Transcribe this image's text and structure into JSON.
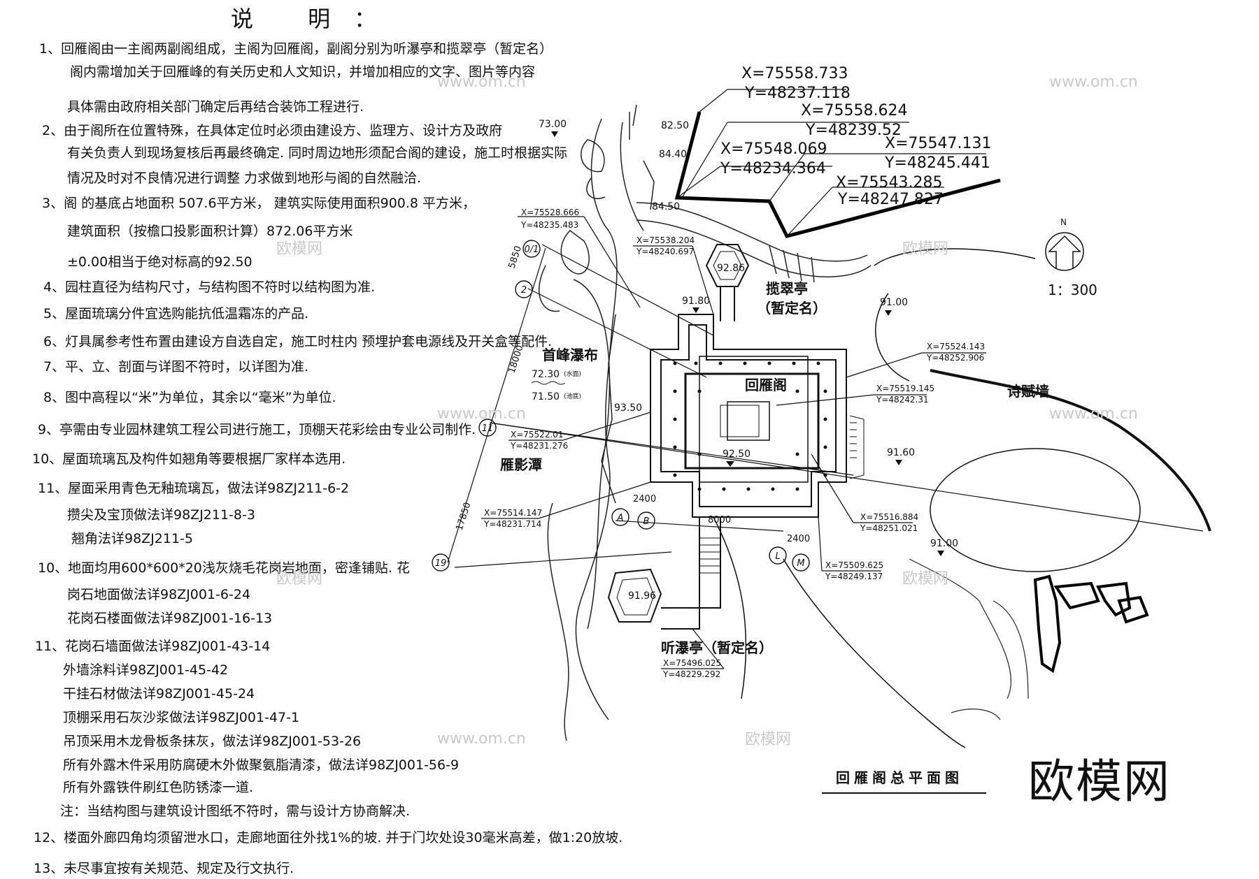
{
  "notes": {
    "title": "说 明：",
    "lines": [
      "1、回雁阁由一主阁两副阁组成，主阁为回雁阁，副阁分别为听瀑亭和揽翠亭（暂定名）",
      "阁内需增加关于回雁峰的有关历史和人文知识，并增加相应的文字、图片等内容",
      "具体需由政府相关部门确定后再结合装饰工程进行.",
      "2、由于阁所在位置特殊，在具体定位时必须由建设方、监理方、设计方及政府",
      "有关负责人到现场复核后再最终确定. 同时周边地形须配合阁的建设，施工时根据实际",
      "情况及时对不良情况进行调整 力求做到地形与阁的自然融洽.",
      "3、阁 的基底占地面积 507.6平方米， 建筑实际使用面积900.8 平方米，",
      "建筑面积（按檐口投影面积计算）872.06平方米",
      "±0.00相当于绝对标高的92.50",
      "4、园柱直径为结构尺寸，与结构图不符时以结构图为准.",
      "5、屋面琉璃分件宜选购能抗低温霜冻的产品.",
      "6、灯具属参考性布置由建设方自选自定，施工时柱内 预埋护套电源线及开关盒等配件.",
      "7、平、立、剖面与详图不符时，以详图为准.",
      "8、图中高程以“米”为单位，其余以“毫米”为单位.",
      "9、亭需由专业园林建筑工程公司进行施工，顶棚天花彩绘由专业公司制作.",
      "10、屋面琉璃瓦及构件如翘角等要根据厂家样本选用.",
      "11、屋面采用青色无釉琉璃瓦，做法详98ZJ211-6-2",
      "攒尖及宝顶做法详98ZJ211-8-3",
      "翘角法详98ZJ211-5",
      "10、地面均用600*600*20浅灰烧毛花岗岩地面，密逢铺贴. 花",
      "岗石地面做法详98ZJ001-6-24",
      "花岗石楼面做法详98ZJ001-16-13",
      "11、花岗石墙面做法详98ZJ001-43-14",
      "外墙涂料详98ZJ001-45-42",
      "干挂石材做法详98ZJ001-45-24",
      "顶棚采用石灰沙浆做法详98ZJ001-47-1",
      "吊顶采用木龙骨板条抹灰，做法详98ZJ001-53-26",
      "所有外露木件采用防腐硬木外做聚氨脂清漆，做法详98ZJ001-56-9",
      "所有外露铁件刷红色防锈漆一道.",
      "注：当结构图与建筑设计图纸不符时，需与设计方协商解决.",
      "12、楼面外廊四角均须留泄水口，走廊地面往外找1%的坡. 并于门坎处设30毫米高差，做1:20放坡.",
      "13、未尽事宜按有关规范、规定及行文执行."
    ]
  },
  "plan": {
    "drawing_title": "回雁阁总平面图",
    "scale": "1：300",
    "north": "N",
    "coords": [
      {
        "x": "X=75558.733",
        "y": "Y=48237.118"
      },
      {
        "x": "X=75558.624",
        "y": "Y=48239.52"
      },
      {
        "x": "X=75548.069",
        "y": "Y=48234.364"
      },
      {
        "x": "X=75547.131",
        "y": "Y=48245.441"
      },
      {
        "x": "X=75543.285",
        "y": "Y=48247.827"
      },
      {
        "x": "X=75528.666",
        "y": "Y=48235.483"
      },
      {
        "x": "X=75538.204",
        "y": "Y=48240.697"
      },
      {
        "x": "X=75524.143",
        "y": "Y=48252.906"
      },
      {
        "x": "X=75519.145",
        "y": "Y=48242.31"
      },
      {
        "x": "X=75522.01",
        "y": "Y=48231.276"
      },
      {
        "x": "X=75516.884",
        "y": "Y=48251.021"
      },
      {
        "x": "X=75514.147",
        "y": "Y=48231.714"
      },
      {
        "x": "X=75509.625",
        "y": "Y=48249.137"
      },
      {
        "x": "X=75496.025",
        "y": "Y=48229.292"
      }
    ],
    "place_labels": {
      "lancui": "揽翠亭",
      "lancui_note": "（暂定名）",
      "main_pavilion": "回雁阁",
      "waterfall": "首峰瀑布",
      "pond": "雁影潭",
      "poem_wall": "诗赋墙",
      "tingpu": "听瀑亭（暂定名）"
    },
    "elevations": [
      "73.00",
      "82.50",
      "84.40",
      "84.50",
      "92.86",
      "91.80",
      "91.00",
      "93.50",
      "92.50",
      "91.60",
      "91.00",
      "91.96"
    ],
    "water_levels": [
      {
        "value": "72.30",
        "note": "(水面)"
      },
      {
        "value": "71.50",
        "note": "(池底)"
      }
    ],
    "dimensions": [
      "5850",
      "18000",
      "17850",
      "2400",
      "8000",
      "2400"
    ],
    "axes": [
      "0/1",
      "2",
      "11",
      "19",
      "A",
      "B",
      "L",
      "M"
    ]
  },
  "watermark": {
    "site": "www.om.cn",
    "brand": "欧模网"
  }
}
